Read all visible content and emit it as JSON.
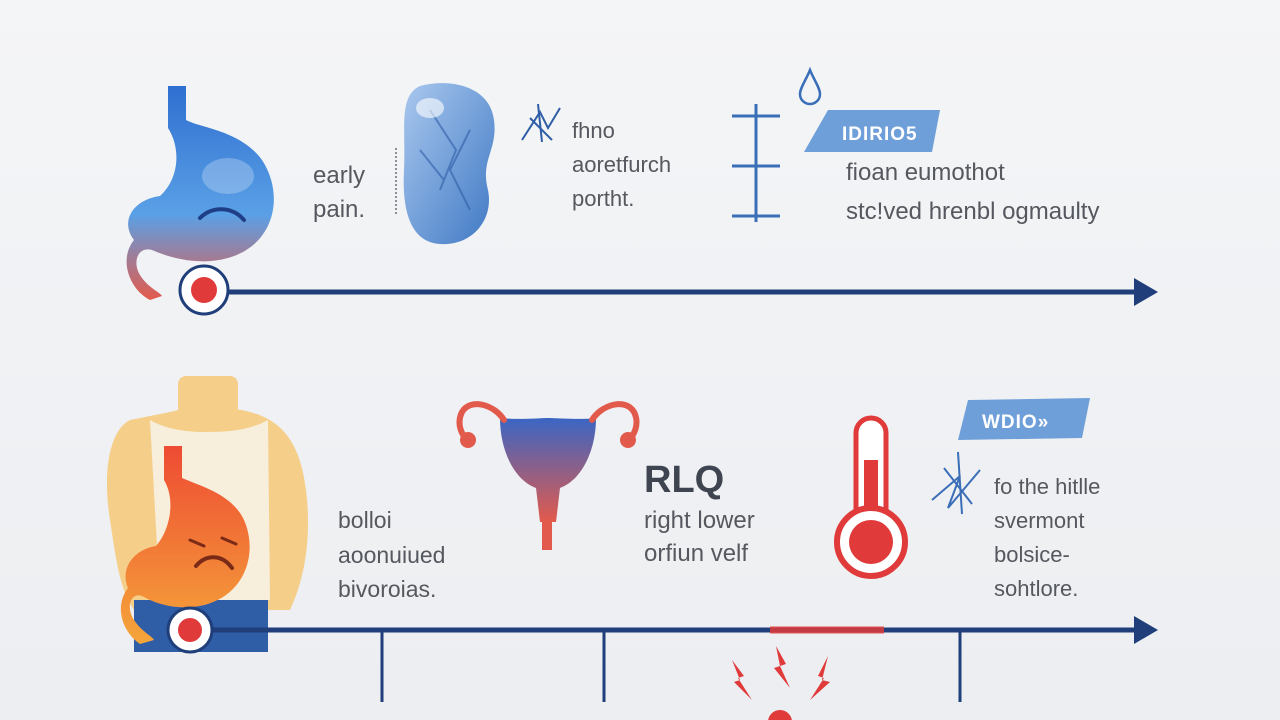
{
  "top_row": {
    "early_pain_label": [
      "early",
      "pain."
    ],
    "middle_label": [
      "fhno",
      "aoretfurch",
      "portht."
    ],
    "tag": "IDIRIO5",
    "right_label": [
      "fioan eumothot",
      "stc!ved hrenbl ogmaulty"
    ]
  },
  "bottom_row": {
    "left_label": [
      "bolloi",
      "aoonuiued",
      "bivoroias."
    ],
    "rlq_title": "RLQ",
    "rlq_label": [
      "right lower",
      "orfiun velf"
    ],
    "tag": "WDIO»",
    "right_label": [
      "fo the hitlle",
      "svermont",
      "bolsice-",
      "sohtlore."
    ]
  },
  "colors": {
    "timeline": "#1f3e7a",
    "accent_red": "#e03a3a",
    "organ_blue": "#3a7dd6",
    "tag_blue": "#6f9fd8",
    "body_skin": "#f5cf8a"
  },
  "icons": [
    "stomach-icon",
    "kidney-icon",
    "spark-icon",
    "thermometer-icon",
    "droplet-icon",
    "uterus-icon",
    "torso-icon",
    "lightning-icon"
  ]
}
